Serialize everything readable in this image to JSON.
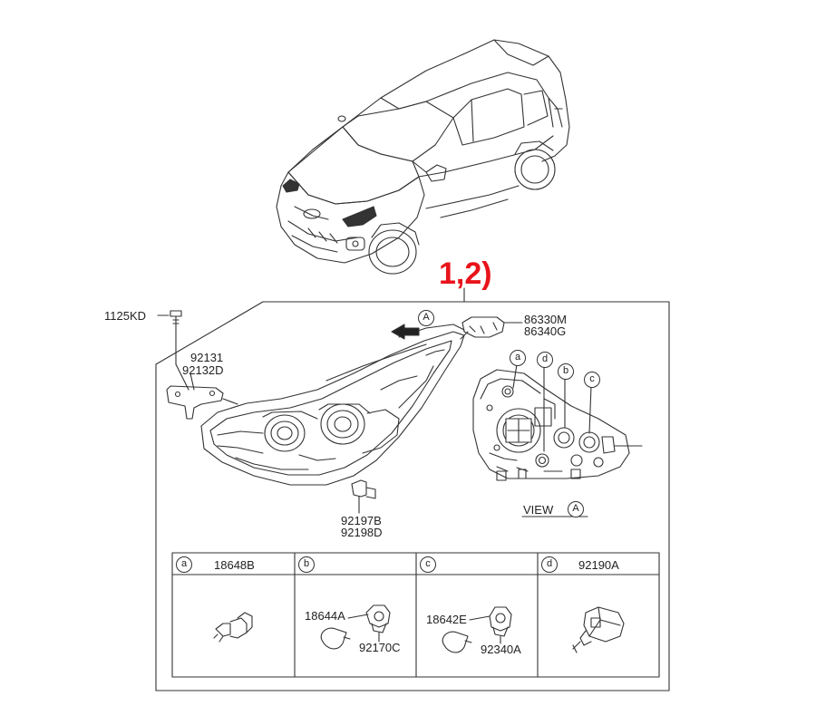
{
  "callout": "1,2)",
  "labels": {
    "bolt": "1125KD",
    "bracket_a": "92131",
    "bracket_b": "92132D",
    "cover_a": "86330M",
    "cover_b": "86340G",
    "clip_a": "92197B",
    "clip_b": "92198D"
  },
  "view": {
    "text": "VIEW",
    "letter": "A"
  },
  "arrow_letter": "A",
  "rear_markers": [
    "a",
    "d",
    "b",
    "c"
  ],
  "parts_table": [
    {
      "key": "a",
      "part": "18648B",
      "items": []
    },
    {
      "key": "b",
      "part": "",
      "items": [
        "18644A",
        "92170C"
      ]
    },
    {
      "key": "c",
      "part": "",
      "items": [
        "18642E",
        "92340A"
      ]
    },
    {
      "key": "d",
      "part": "92190A",
      "items": []
    }
  ],
  "colors": {
    "line": "#333333",
    "callout": "#e8141a"
  }
}
